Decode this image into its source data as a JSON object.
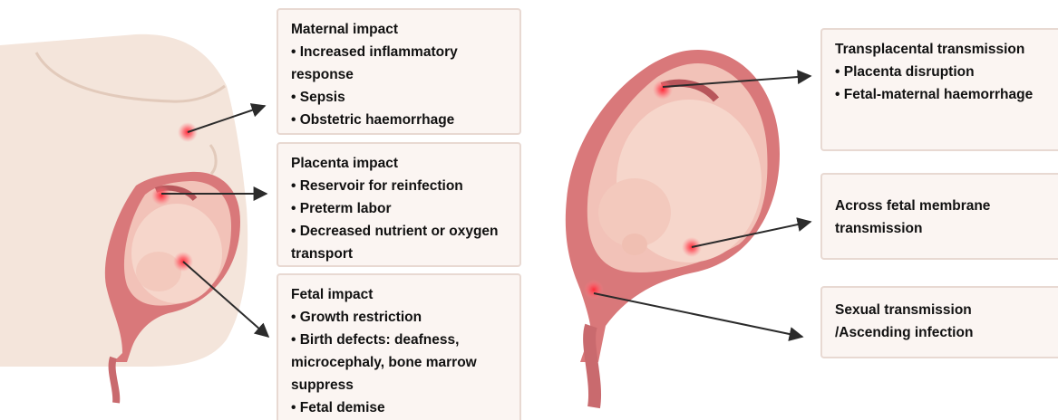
{
  "left_panel": {
    "maternal": {
      "title": "Maternal impact",
      "items": [
        "• Increased inflammatory response",
        "• Sepsis",
        "• Obstetric haemorrhage"
      ]
    },
    "placenta": {
      "title": "Placenta impact",
      "items": [
        "• Reservoir for reinfection",
        "• Preterm labor",
        "• Decreased nutrient or oxygen transport"
      ]
    },
    "fetal": {
      "title": "Fetal impact",
      "items": [
        "• Growth restriction",
        "• Birth defects: deafness, microcephaly, bone marrow suppress",
        "• Fetal demise"
      ]
    }
  },
  "right_panel": {
    "transplacental": {
      "title": "Transplacental transmission",
      "items": [
        "• Placenta disruption",
        "• Fetal-maternal haemorrhage"
      ]
    },
    "membrane": {
      "title": "Across fetal membrane transmission"
    },
    "sexual": {
      "title": "Sexual transmission /Ascending infection"
    }
  },
  "colors": {
    "box_bg": "#fbf5f2",
    "box_border": "#e8d9d2",
    "infection_spot": "#e8343f",
    "uterus": "#d9787a",
    "skin": "#f3e4da"
  }
}
